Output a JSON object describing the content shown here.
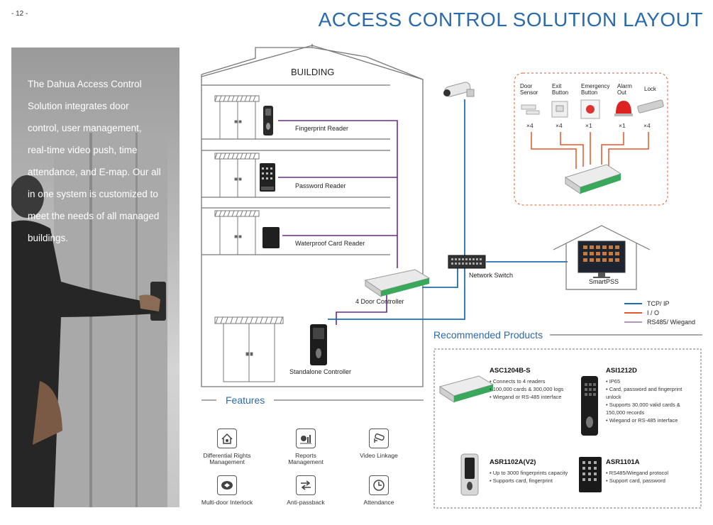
{
  "page_number": "- 12 -",
  "title": "ACCESS CONTROL SOLUTION LAYOUT",
  "intro_text": "The Dahua Access Control Solution integrates door control, user management, real-time video push, time attendance, and E-map. Our all in one system is customized to meet the needs of all managed buildings.",
  "building_label": "BUILDING",
  "readers": {
    "fingerprint": "Fingerprint Reader",
    "password": "Password Reader",
    "waterproof": "Waterproof Card Reader"
  },
  "controller_label": "4 Door Controller",
  "standalone_label": "Standalone Controller",
  "switch_label": "Network Switch",
  "smartpss_label": "SmartPSS",
  "peripherals": [
    {
      "label": "Door\nSensor",
      "count": "×4"
    },
    {
      "label": "Exit\nButton",
      "count": "×4"
    },
    {
      "label": "Emergency\nButton",
      "count": "×1"
    },
    {
      "label": "Alarm\nOut",
      "count": "×1"
    },
    {
      "label": "Lock",
      "count": "×4"
    }
  ],
  "peripheral_labels": {
    "door_sensor_1": "Door",
    "door_sensor_2": "Sensor",
    "exit_1": "Exit",
    "exit_2": "Button",
    "emergency_1": "Emergency",
    "emergency_2": "Button",
    "alarm_1": "Alarm",
    "alarm_2": "Out",
    "lock": "Lock"
  },
  "counts": [
    "×4",
    "×4",
    "×1",
    "×1",
    "×4"
  ],
  "legend": {
    "tcp": "TCP/ IP",
    "io": "I / O",
    "rs485": "RS485/ Wiegand"
  },
  "colors": {
    "tcp": "#1f6fb4",
    "io": "#e2572a",
    "rs485": "#6a2a8a",
    "accent": "#2a6aad",
    "controller_green": "#3aa85a"
  },
  "features_title": "Features",
  "features": [
    {
      "label": "Differential Rights\nManagement",
      "icon": "house-rights-icon"
    },
    {
      "label": "Reports\nManagement",
      "icon": "reports-chart-icon"
    },
    {
      "label": "Video Linkage",
      "icon": "camera-icon"
    },
    {
      "label": "Multi-door Interlock",
      "icon": "interlock-icon"
    },
    {
      "label": "Anti-passback",
      "icon": "arrows-icon"
    },
    {
      "label": "Attendance",
      "icon": "clock-icon"
    }
  ],
  "features_labels": {
    "f1a": "Differential Rights",
    "f1b": "Management",
    "f2a": "Reports",
    "f2b": "Management",
    "f3": "Video Linkage",
    "f4": "Multi-door Interlock",
    "f5": "Anti-passback",
    "f6": "Attendance"
  },
  "recommended_title": "Recommended Products",
  "products": {
    "p1": {
      "name": "ASC1204B-S",
      "specs": [
        "Connects to 4 readers",
        "100,000 cards & 300,000 logs",
        "Wiegand or RS-485 interface"
      ]
    },
    "p2": {
      "name": "ASI1212D",
      "specs": [
        "IP65",
        "Card, password and fingerprint unlock",
        "Supports 30,000 valid cards & 150,000 records",
        "Wiegand or RS-485 interface"
      ]
    },
    "p3": {
      "name": "ASR1102A(V2)",
      "specs": [
        "Up to 3000 fingerprints capacity",
        "Supports card, fingerprint"
      ]
    },
    "p4": {
      "name": "ASR1101A",
      "specs": [
        "RS485/Wiegand protocol",
        "Support card, password"
      ]
    }
  }
}
